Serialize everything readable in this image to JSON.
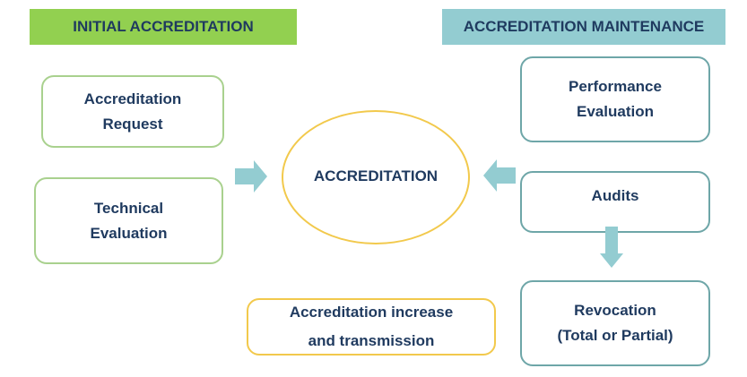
{
  "headers": {
    "initial": "INITIAL ACCREDITATION",
    "maintenance": "ACCREDITATION MAINTENANCE"
  },
  "nodes": {
    "request": [
      "Accreditation",
      "Request"
    ],
    "technical": [
      "Technical",
      "Evaluation"
    ],
    "center": "ACCREDITATION",
    "performance": [
      "Performance",
      "Evaluation"
    ],
    "audits": "Audits",
    "revocation": [
      "Revocation",
      "(Total or Partial)"
    ],
    "increase": [
      "Accreditation increase",
      "and transmission"
    ]
  },
  "colors": {
    "green_header": "#92d050",
    "teal_header": "#93ccd1",
    "text": "#1f3a5f",
    "green_border": "#a9d18e",
    "teal_border": "#6ea6a8",
    "yellow_border": "#f2c94c",
    "arrow": "#93ccd1"
  }
}
